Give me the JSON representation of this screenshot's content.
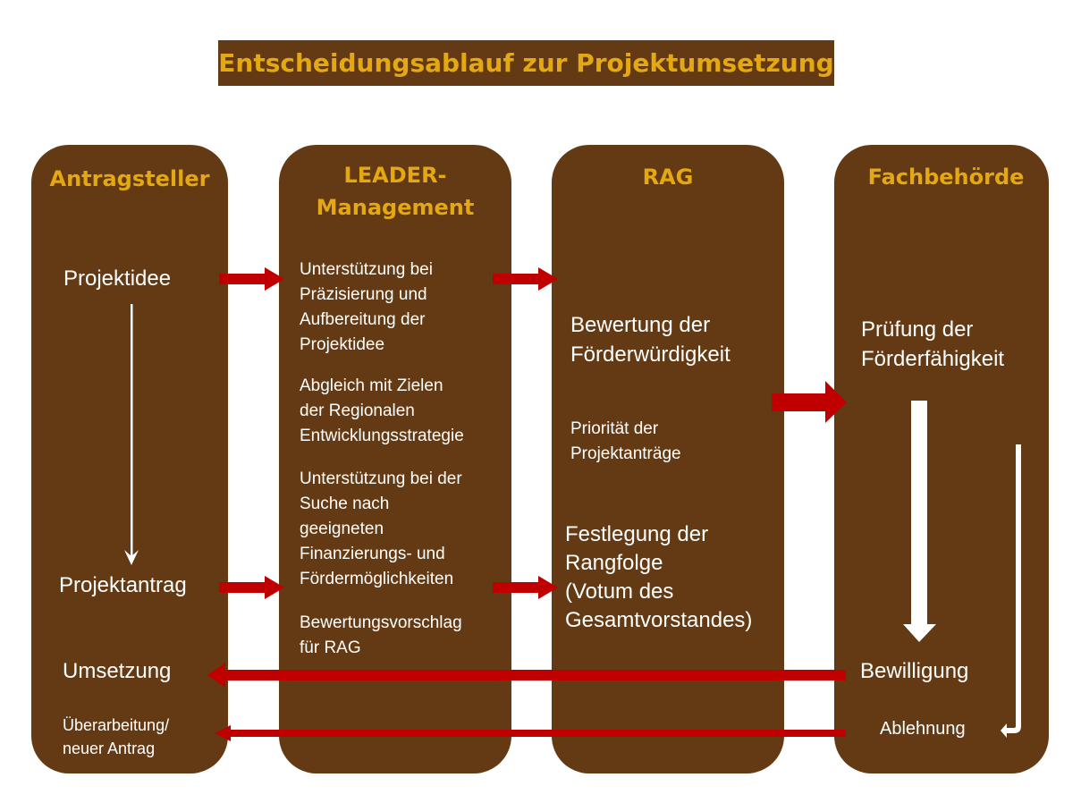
{
  "title": "Entscheidungsablauf zur Projektumsetzung",
  "colors": {
    "box": "#633A13",
    "heading": "#E3A812",
    "arrow": "#C00000",
    "text": "#FFFFFF"
  },
  "columns": {
    "antragsteller": {
      "heading": "Antragsteller",
      "items": [
        "Projektidee",
        "Projektantrag",
        "Umsetzung",
        "Überarbeitung/\nneuer Antrag"
      ]
    },
    "leader": {
      "heading": "LEADER-\nManagement",
      "items": [
        "Unterstützung bei\nPräzisierung und\nAufbereitung der\nProjektidee",
        "Abgleich mit Zielen\nder Regionalen\nEntwicklungsstrategie",
        "Unterstützung bei der\nSuche nach\ngeeigneten\nFinanzierungs- und\nFördermöglichkeiten",
        "Bewertungsvorschlag\nfür RAG"
      ]
    },
    "rag": {
      "heading": "RAG",
      "items": [
        "Bewertung der\nFörderwürdigkeit",
        "Priorität der\nProjektanträge",
        "Festlegung der\nRangfolge\n(Votum des\nGesamtvorstandes)"
      ]
    },
    "fachbehoerde": {
      "heading": "Fachbehörde",
      "items": [
        "Prüfung der\nFörderfähigkeit",
        "Bewilligung",
        "Ablehnung"
      ]
    }
  }
}
